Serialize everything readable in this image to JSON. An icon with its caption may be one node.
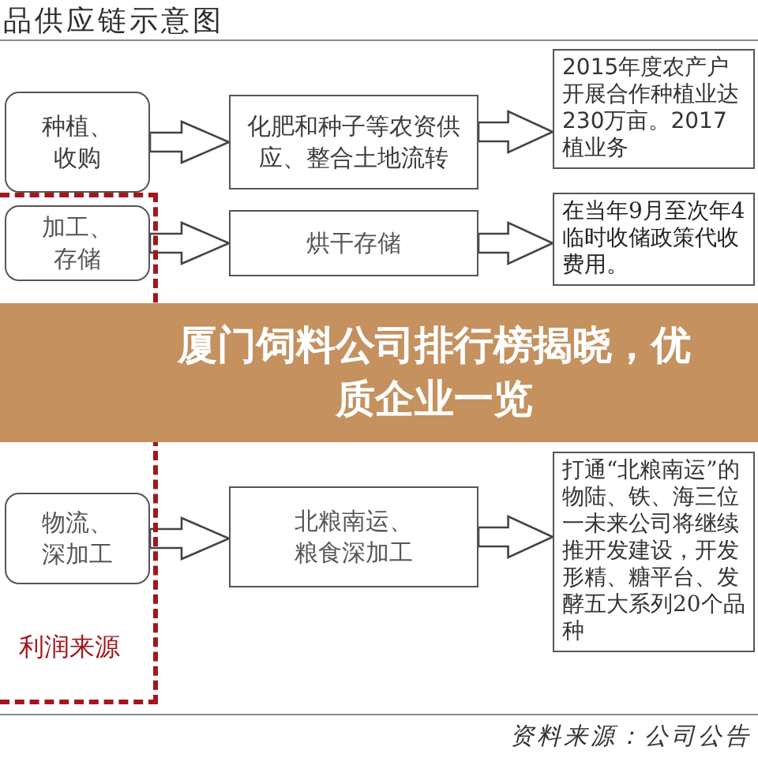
{
  "diagram": {
    "title": "品供应链示意图",
    "nodes": [
      {
        "text": [
          "种植、收购"
        ]
      },
      {
        "text": [
          "化肥和种子等农资供应、整合土地流转"
        ]
      },
      {
        "text": [
          "2015年度农产户开展合作种植业达230万亩。2017植业务"
        ]
      },
      {
        "text": [
          "利润来源"
        ]
      },
      {
        "text": [
          "加工、存储"
        ],
        "in": 3
      },
      {
        "text": [
          "烘干存储"
        ]
      },
      {
        "text": [
          "在当年9月至次年4临时收储政策代收费用。"
        ]
      },
      {
        "text": [
          "物流、深加工"
        ],
        "in": 3
      },
      {
        "text": [
          "北粮南运、粮食深加工"
        ]
      },
      {
        "text": [
          "打通“北粮南运”的物陆、铁、海三位一未来公司将继续推开发建设，开发形精、糖平台、发酵五大系列20个品种"
        ]
      }
    ],
    "edges": [
      {
        "from": 0,
        "to": 1,
        "arrow": "to"
      },
      {
        "from": 1,
        "to": 2,
        "arrow": "to"
      },
      {
        "from": 4,
        "to": 5,
        "arrow": "to"
      },
      {
        "from": 5,
        "to": 6,
        "arrow": "to"
      },
      {
        "from": 7,
        "to": 8,
        "arrow": "to"
      },
      {
        "from": 8,
        "to": 9,
        "arrow": "to"
      }
    ],
    "labels": [
      "厦门饲料公司排行榜揭晓，优质企业一览",
      "资料来源：公司公告"
    ]
  }
}
